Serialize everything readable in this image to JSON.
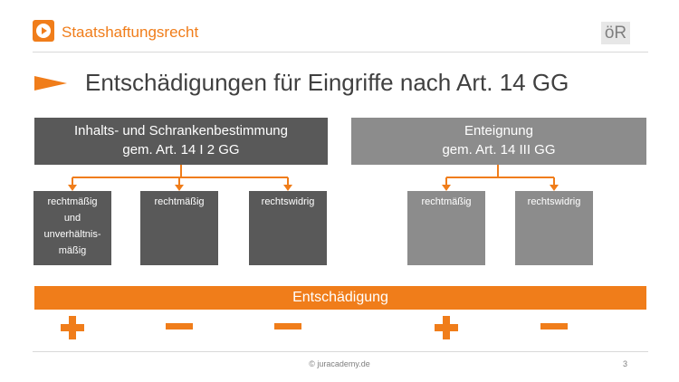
{
  "header": {
    "brand": "Staatshaftungsrecht",
    "badge": "öR",
    "icon": "play-icon"
  },
  "title": "Entschädigungen für Eingriffe nach Art. 14 GG",
  "groups": {
    "left": {
      "heading_line1": "Inhalts- und Schrankenbestimmung",
      "heading_line2": "gem. Art. 14 I 2 GG",
      "boxes": [
        {
          "label": "rechtmäßig und unverhältnis-mäßig",
          "lines": [
            "rechtmäßig",
            "und",
            "unverhältnis-",
            "mäßig"
          ]
        },
        {
          "label": "rechtmäßig"
        },
        {
          "label": "rechtswidrig"
        }
      ]
    },
    "right": {
      "heading_line1": "Enteignung",
      "heading_line2": "gem. Art. 14 III GG",
      "boxes": [
        {
          "label": "rechtmäßig"
        },
        {
          "label": "rechtswidrig"
        }
      ]
    }
  },
  "bar_label": "Entschädigung",
  "signs": [
    "+",
    "−",
    "−",
    "+",
    "−"
  ],
  "footer": {
    "copyright": "© juracademy.de",
    "page": "3"
  },
  "colors": {
    "accent": "#f07d1a",
    "dark_box": "#595959",
    "light_box": "#8c8c8c",
    "text": "#404040"
  }
}
